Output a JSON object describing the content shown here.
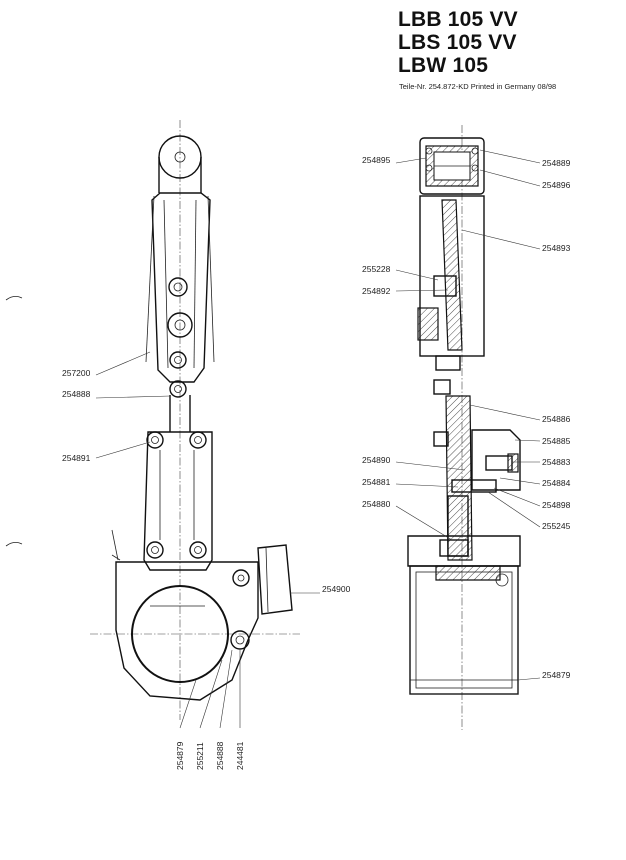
{
  "title_lines": [
    "LBB 105 VV",
    "LBS 105 VV",
    "LBW 105"
  ],
  "part_info": "Teile-Nr. 254.872-KD  Printed in Germany  08/98",
  "left_labels": {
    "l257200": "257200",
    "l254888": "254888",
    "l254891": "254891",
    "l254900": "254900",
    "b254879": "254879",
    "b255211": "255211",
    "b254888": "254888",
    "b244481": "244481"
  },
  "right_labels": {
    "r254895": "254895",
    "r254889": "254889",
    "r254896": "254896",
    "r254893": "254893",
    "r255228": "255228",
    "r254892": "254892",
    "r254886": "254886",
    "r254885": "254885",
    "r254890": "254890",
    "r254883": "254883",
    "r254881": "254881",
    "r254884": "254884",
    "r254880": "254880",
    "r254898": "254898",
    "r255245": "255245",
    "r254879": "254879"
  }
}
